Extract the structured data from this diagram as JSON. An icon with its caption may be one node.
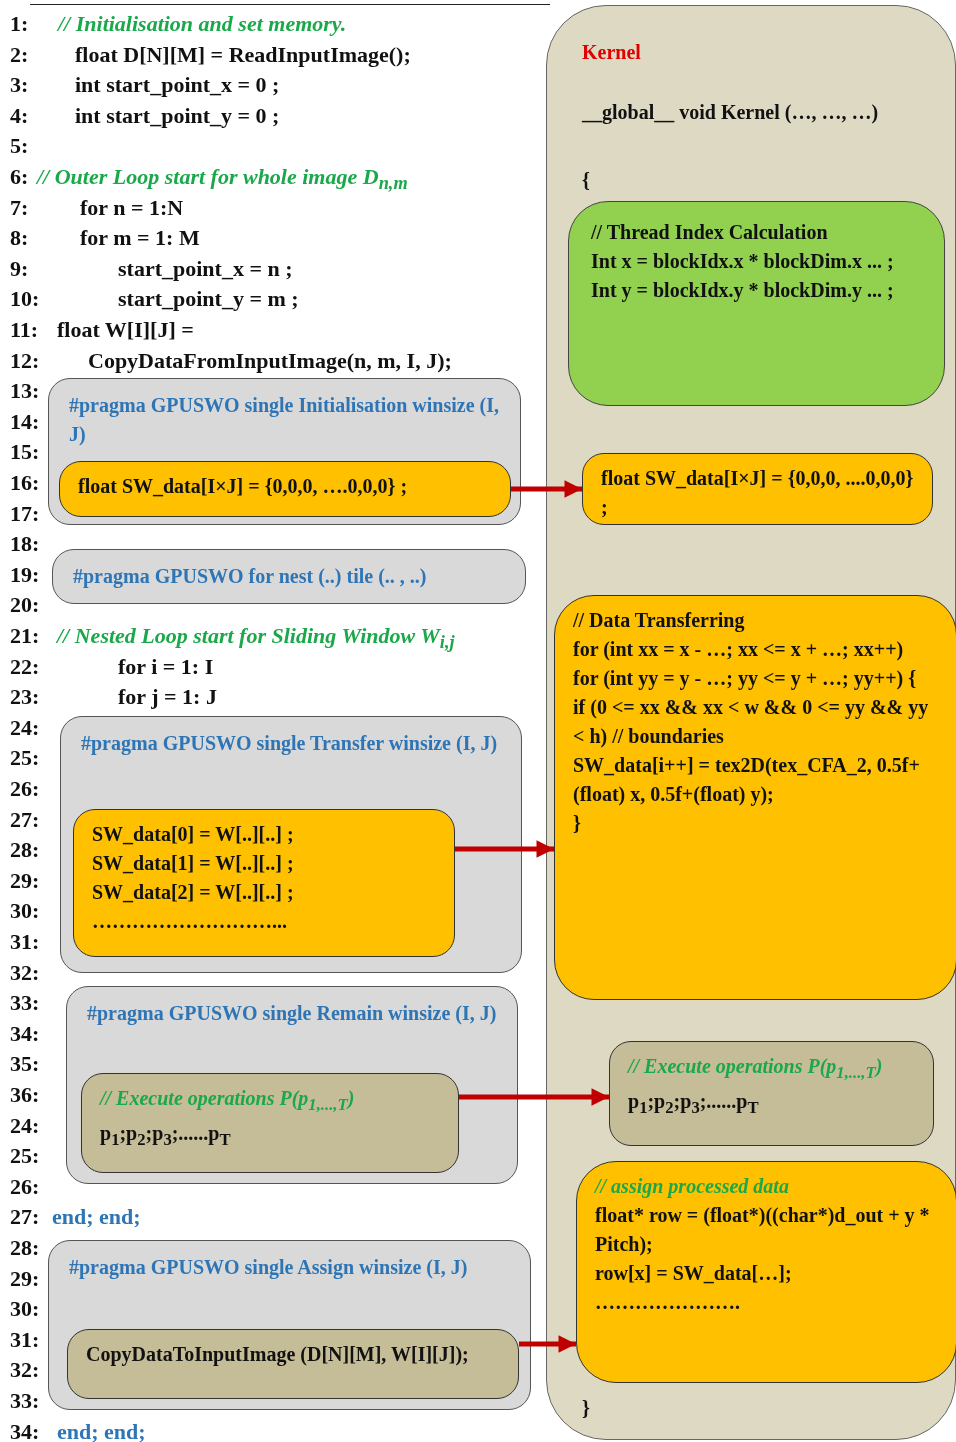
{
  "diagram": {
    "nodes": [
      {
        "text": [
          "#pragma GPUSWO single Initialisation winsize (I, J)"
        ]
      },
      {
        "text": [
          "float SW_data[I×J] = {0,0,0, ….0,0,0} ;"
        ],
        "in": 0
      },
      {
        "text": [
          "#pragma GPUSWO for nest (..) tile (.. , ..)"
        ]
      },
      {
        "text": [
          "#pragma GPUSWO single Transfer winsize (I, J)"
        ]
      },
      {
        "text": [
          "SW_data[0] = W[..][..] ;",
          "SW_data[1] = W[..][..] ;",
          "SW_data[2] = W[..][..] ;",
          "………………………..."
        ],
        "in": 3
      },
      {
        "text": [
          "#pragma GPUSWO single Remain winsize (I, J)"
        ]
      },
      {
        "text": [
          "// Execute operations P(p$_{1,...,T}$)",
          "p$_{1}$;p$_{2}$;p$_{3}$;......p$_{T}$"
        ],
        "in": 5
      },
      {
        "text": [
          "#pragma GPUSWO single Assign winsize (I, J)"
        ]
      },
      {
        "text": [
          "CopyDataToInputImage (D[N][M], W[I][J]);"
        ],
        "in": 7
      },
      {
        "text": [
          "Kernel",
          "__global__ void Kernel (…, …, …)",
          "{",
          "}"
        ]
      },
      {
        "text": [
          "// Thread Index Calculation",
          "Int x = blockIdx.x * blockDim.x ... ;",
          "Int y = blockIdx.y * blockDim.y ... ;"
        ],
        "in": 9
      },
      {
        "text": [
          "float SW_data[I×J] = {0,0,0, ....0,0,0} ;"
        ],
        "in": 9
      },
      {
        "text": [
          "// Data Transferring",
          "for (int xx = x - …; xx <= x + …; xx++)",
          "for (int yy = y - …; yy <= y + …; yy++) {",
          "if (0 <= xx && xx < w && 0 <= yy && yy < h) // boundaries",
          "SW_data[i++] = tex2D(tex_CFA_2, 0.5f+(float) x, 0.5f+(float) y);",
          "}"
        ],
        "in": 9
      },
      {
        "text": [
          "// Execute operations P(p$_{1,...,T}$)",
          "p$_{1}$;p$_{2}$;p$_{3}$;......p$_{T}$"
        ],
        "in": 9
      },
      {
        "text": [
          "// assign processed data",
          "float* row = (float*)((char*)d_out + y * Pitch);",
          "row[x] = SW_data[…];",
          "…………………."
        ],
        "in": 9
      }
    ],
    "edges": [
      {
        "from": 1,
        "to": 11,
        "arrow": "to"
      },
      {
        "from": 4,
        "to": 12,
        "arrow": "to"
      },
      {
        "from": 6,
        "to": 13,
        "arrow": "to"
      },
      {
        "from": 8,
        "to": 14,
        "arrow": "to"
      }
    ],
    "labels": [
      "1:",
      "// Initialisation and set memory.",
      "2:",
      "float D[N][M] = ReadInputImage();",
      "3:",
      "int start_point_x = 0 ;",
      "4:",
      "int start_point_y = 0 ;",
      "5:",
      "6:",
      "// Outer Loop start for whole image D$_{n,m}$",
      "7:",
      "for n = 1:N",
      "8:",
      "for m = 1: M",
      "9:",
      "start_point_x = n ;",
      "10:",
      "start_point_y = m ;",
      "11:",
      "float W[I][J] =",
      "12:",
      "CopyDataFromInputImage(n, m, I, J);",
      "13:",
      "14:",
      "15:",
      "16:",
      "17:",
      "18:",
      "19:",
      "20:",
      "21:",
      "// Nested Loop start for Sliding Window W$_{i,j}$",
      "22:",
      "for i = 1: I",
      "23:",
      "for j = 1: J",
      "24:",
      "25:",
      "26:",
      "27:",
      "28:",
      "29:",
      "30:",
      "31:",
      "32:",
      "33:",
      "34:",
      "35:",
      "36:",
      "24:",
      "25:",
      "26:",
      "27:",
      "end; end;",
      "28:",
      "29:",
      "30:",
      "31:",
      "32:",
      "33:",
      "34:",
      "end; end;"
    ]
  }
}
